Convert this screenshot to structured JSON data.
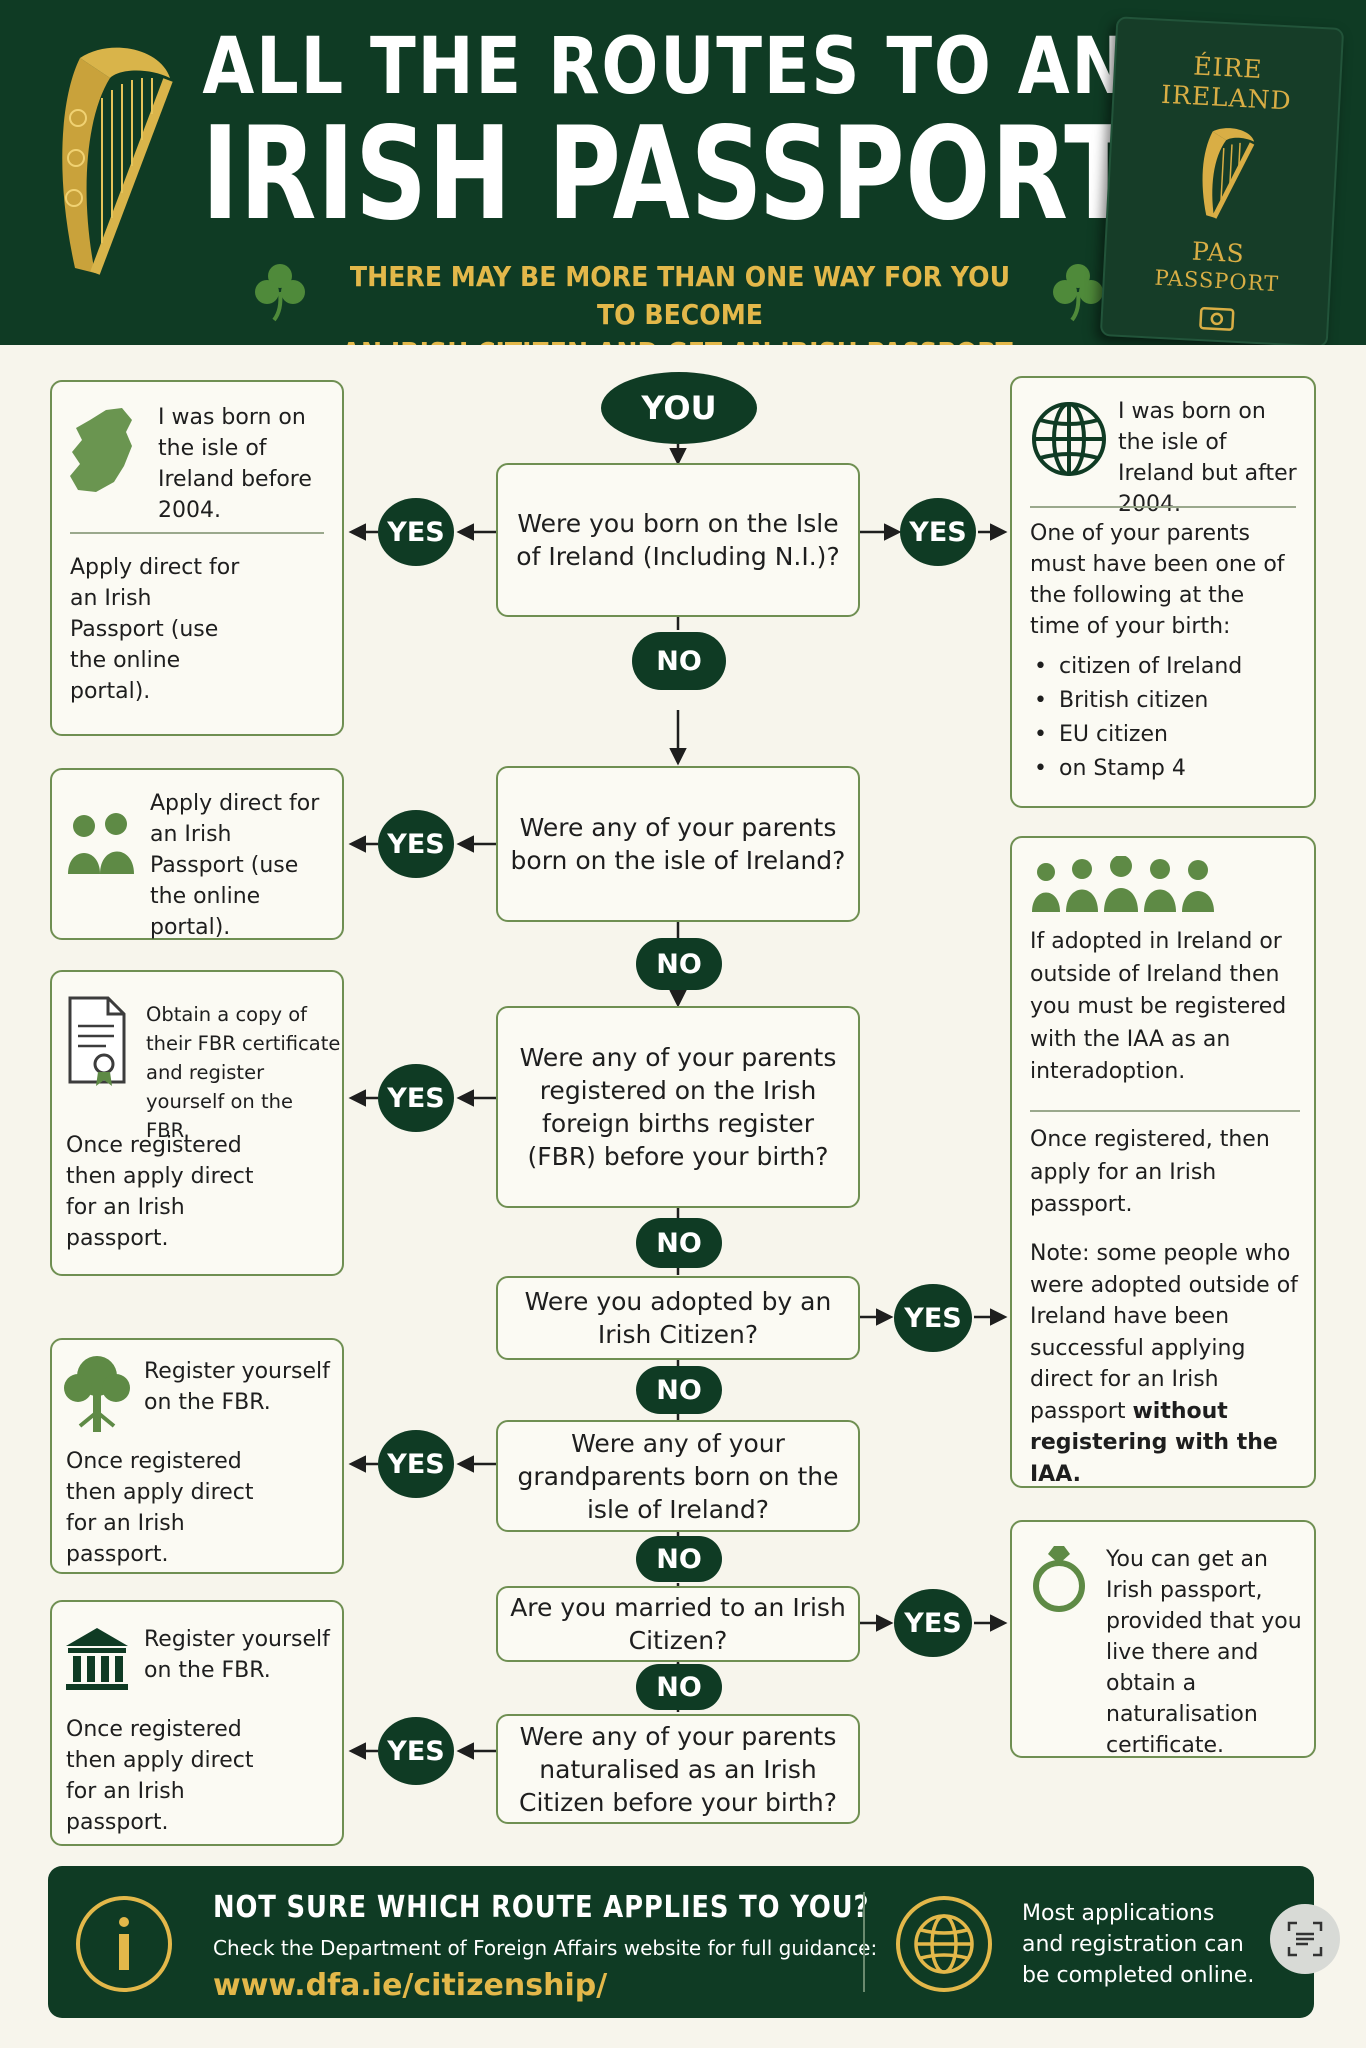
{
  "header": {
    "title_line1": "ALL THE ROUTES TO AN",
    "title_line2": "IRISH PASSPORT",
    "subtitle_line1": "THERE MAY BE MORE THAN ONE WAY FOR YOU TO BECOME",
    "subtitle_line2": "AN IRISH CITIZEN AND GET AN IRISH PASSPORT.",
    "passport": {
      "line1": "ÉIRE",
      "line2": "IRELAND",
      "line3": "PAS",
      "line4": "PASSPORT"
    }
  },
  "flow": {
    "start": "YOU",
    "yes": "YES",
    "no": "NO",
    "questions": [
      "Were you born on the Isle of Ireland (Including N.I.)?",
      "Were any of your parents born on the isle of Ireland?",
      "Were any of your parents registered on the Irish foreign births register (FBR) before your birth?",
      "Were you adopted by an Irish Citizen?",
      "Were any of your grandparents born on the isle of Ireland?",
      "Are you married to an Irish Citizen?",
      "Were any of your parents naturalised as an Irish Citizen before your birth?"
    ]
  },
  "left": {
    "born_before_2004": {
      "top": "I was born on the isle of Ireland before 2004.",
      "bottom": "Apply direct for an Irish Passport (use the online portal)."
    },
    "parents_born": {
      "text": "Apply direct for an Irish Passport (use the online portal)."
    },
    "fbr_parents": {
      "top": "Obtain a copy of their FBR certificate and register yourself on the FBR.",
      "bottom": "Once registered then apply direct for an Irish passport."
    },
    "grandparents": {
      "top": "Register yourself on the FBR.",
      "bottom": "Once registered then apply direct for an Irish passport."
    },
    "naturalised": {
      "top": "Register yourself on the FBR.",
      "bottom": "Once registered then apply direct for an Irish passport."
    }
  },
  "right": {
    "born_after_2004": {
      "top": "I was born on the isle of Ireland but after 2004.",
      "intro": "One of your parents must have been one of the following at the time of your birth:",
      "items": [
        "citizen of Ireland",
        "British citizen",
        "EU citizen",
        "on Stamp 4"
      ]
    },
    "adoption": {
      "p1": "If adopted in Ireland or outside of Ireland then you must be registered with the IAA as an interadoption.",
      "p2": "Once registered, then apply for an Irish passport.",
      "p3": "Note: some people who were adopted outside of Ireland have been successful applying direct for an Irish passport",
      "p3_bold": "without registering with the IAA."
    },
    "married": {
      "text": "You can get an Irish passport, provided that you live there and obtain a naturalisation certificate."
    }
  },
  "footer": {
    "heading": "NOT SURE WHICH ROUTE APPLIES TO YOU?",
    "sub": "Check the Department of Foreign Affairs website for full guidance:",
    "url": "www.dfa.ie/citizenship/",
    "right": "Most applications and registration can be completed online."
  },
  "colors": {
    "dark_green": "#0f3b24",
    "gold": "#e3b84a",
    "box_border": "#6f8f52",
    "icon_green": "#5e8a45"
  }
}
